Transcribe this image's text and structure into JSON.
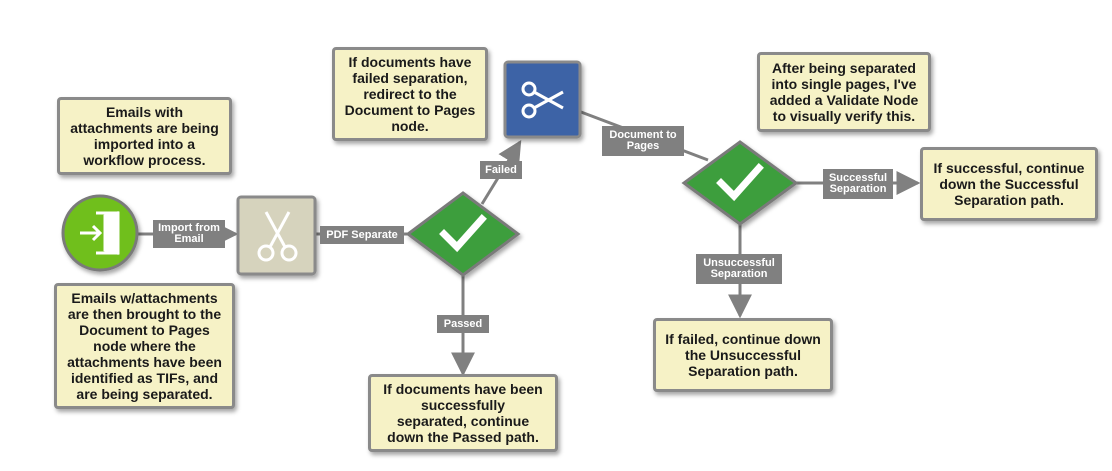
{
  "notes": {
    "email_import": "Emails with\nattachments are being\nimported into a\nworkflow process.",
    "email_separated": "Emails w/attachments\nare then brought to the\nDocument to Pages\nnode where the\nattachments have been\nidentified as TIFs, and\nare being separated.",
    "failed_redirect": "If documents have\nfailed separation,\nredirect to the\nDocument to Pages\nnode.",
    "passed_continue": "If documents have been\nsuccessfully\nseparated, continue\ndown the Passed path.",
    "validate_node": "After being separated\ninto single pages, I've\nadded a Validate Node\nto visually verify this.",
    "successful_continue": "If successful, continue\ndown the Successful\nSeparation path.",
    "unsuccessful_continue": "If failed, continue down\nthe Unsuccessful\nSeparation path."
  },
  "labels": {
    "import_from_email": "Import from\nEmail",
    "pdf_separate": "PDF Separate",
    "failed": "Failed",
    "passed": "Passed",
    "document_to_pages": "Document to\nPages",
    "successful_separation": "Successful\nSeparation",
    "unsuccessful_separation": "Unsuccessful\nSeparation"
  },
  "nodes": {
    "email_node_icon": "door-enter-icon",
    "pdf_separate_icon": "scissors-icon",
    "decision_icon": "checkmark-icon",
    "document_to_pages_icon": "scissors-icon"
  },
  "colors": {
    "email_node": "#6fbf1f",
    "pdf_separate_node": "#d6d3bd",
    "decision_node": "#3e9e3e",
    "document_to_pages_node": "#3c64a6",
    "note_fill": "#f6f2c6",
    "label_fill": "#808080"
  }
}
